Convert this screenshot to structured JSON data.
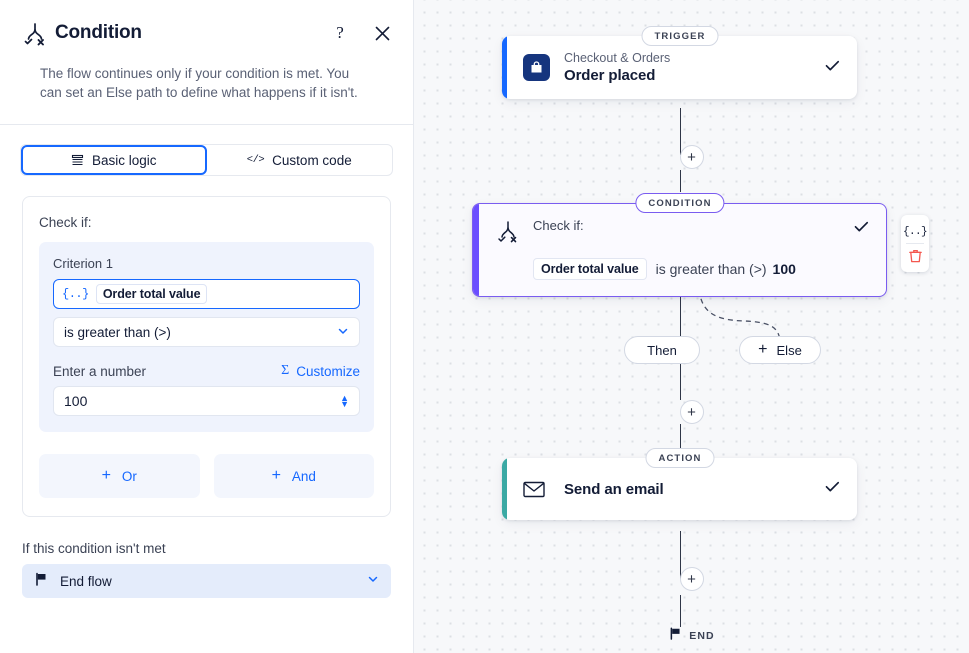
{
  "panel": {
    "title": "Condition",
    "icon": "condition-branch-icon",
    "help_icon": "?",
    "close_icon": "close-icon",
    "description": "The flow continues only if your condition is met. You can set an Else path to define what happens if it isn't.",
    "tabs": [
      {
        "label": "Basic logic",
        "icon": "list-lines-icon",
        "active": true
      },
      {
        "label": "Custom code",
        "icon": "code-brackets-icon",
        "active": false
      }
    ],
    "check_if_label": "Check if:",
    "criterion": {
      "title": "Criterion 1",
      "token_icon": "{..}",
      "token_value": "Order total value",
      "operator": "is greater than (>)",
      "number_label": "Enter a number",
      "customize_icon": "Σ",
      "customize_label": "Customize",
      "number_value": "100"
    },
    "or_label": "Or",
    "and_label": "And",
    "not_met_label": "If this condition isn't met",
    "end_flow": {
      "icon": "flag-icon",
      "label": "End flow"
    }
  },
  "canvas": {
    "trigger": {
      "badge": "TRIGGER",
      "icon": "shopping-bag-icon",
      "subtitle": "Checkout & Orders",
      "title": "Order placed",
      "status_icon": "check-icon",
      "accent": "#1668ff"
    },
    "condition": {
      "badge": "CONDITION",
      "icon": "condition-branch-icon",
      "check_if": "Check if:",
      "chip": "Order total value",
      "operator": "is greater than (>)",
      "value": "100",
      "status_icon": "check-icon",
      "accent": "#6b4eff",
      "tools": [
        {
          "name": "code-icon",
          "glyph": "{..}"
        },
        {
          "name": "trash-icon",
          "glyph": "trash"
        }
      ]
    },
    "branches": {
      "then_label": "Then",
      "else_label": "Else",
      "else_plus": "+"
    },
    "action": {
      "badge": "ACTION",
      "icon": "envelope-icon",
      "title": "Send an email",
      "status_icon": "check-icon",
      "accent": "#3ba9a4"
    },
    "end": {
      "icon": "flag-icon",
      "label": "END"
    },
    "add_buttons": [
      "+",
      "+",
      "+"
    ]
  }
}
